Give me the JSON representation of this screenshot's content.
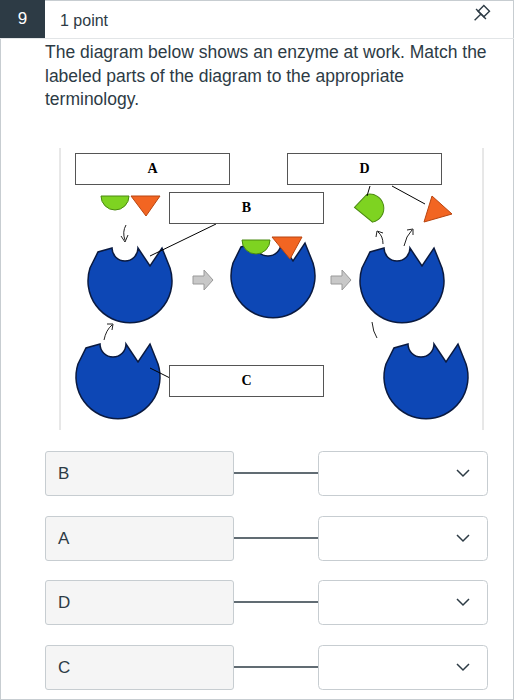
{
  "diagram": {
    "nodes": [
      {
        "text": [
          "9"
        ]
      },
      {
        "text": [
          "A"
        ]
      },
      {
        "text": [
          "D"
        ]
      },
      {
        "text": [
          "B"
        ]
      },
      {
        "text": [
          "C"
        ]
      },
      {
        "text": [
          "B"
        ]
      },
      {
        "text": [
          "A"
        ]
      },
      {
        "text": [
          "D"
        ]
      },
      {
        "text": [
          "C"
        ]
      }
    ],
    "labels": [
      "1 point",
      "The diagram below shows an enzyme at work. Match the labeled parts of the diagram to the appropriate terminology."
    ]
  }
}
